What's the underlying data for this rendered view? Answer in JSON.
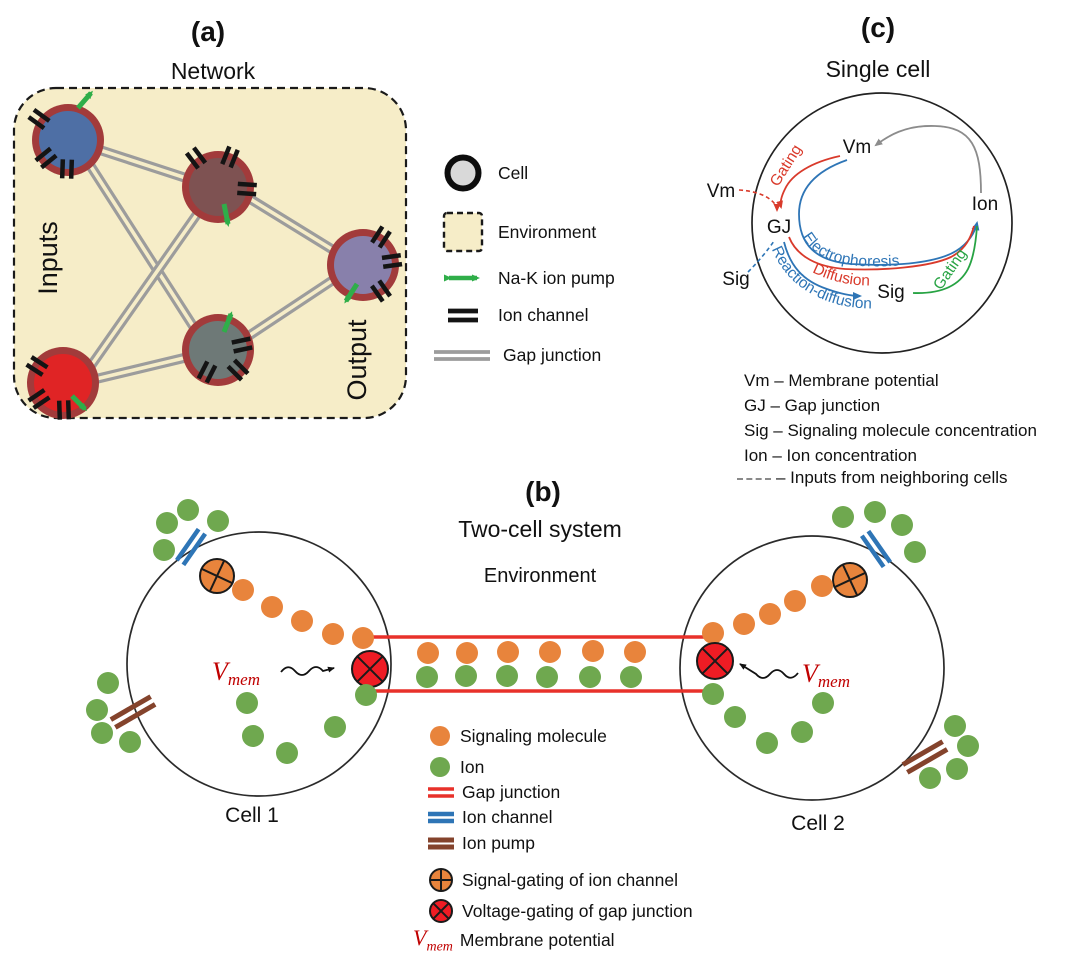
{
  "colors": {
    "env": "#F6EDC8",
    "cellRing": "#A23B3B",
    "cellBlue": "#4E6FA5",
    "cellBrown": "#7E5252",
    "cellPurple": "#8880AB",
    "cellGray": "#6E7977",
    "cellRed": "#E02425",
    "junctionGray": "#9C9C9C",
    "pumpGreen": "#2FAE49",
    "orange": "#E8843C",
    "green": "#6FA84F",
    "gapRed": "#E8312A",
    "gateRed": "#EE1C24",
    "blue": "#2E75B6",
    "brown": "#84432C",
    "vmemRed": "#C00000",
    "curveRed": "#D93A2B",
    "curveBlue": "#2E75B6",
    "curveGreen": "#27A343",
    "curveGray": "#8C8C8C",
    "legendCellFill": "#D9D9D9"
  },
  "panel_a": {
    "tag": "(a)",
    "title": "Network",
    "inputs_label": "Inputs",
    "output_label": "Output",
    "legend": {
      "cell": "Cell",
      "environment": "Environment",
      "pump": "Na-K ion pump",
      "channel": "Ion channel",
      "gap": "Gap junction"
    }
  },
  "panel_b": {
    "tag": "(b)",
    "title": "Two-cell system",
    "environment_label": "Environment",
    "cell1_label": "Cell 1",
    "cell2_label": "Cell 2",
    "vmem_main": "V",
    "vmem_sub": "mem",
    "legend": {
      "signaling": "Signaling molecule",
      "ion": "Ion",
      "gap": "Gap junction",
      "channel": "Ion channel",
      "pump": "Ion pump",
      "signal_gating": "Signal-gating of ion channel",
      "voltage_gating": "Voltage-gating of gap junction",
      "vmem": "Membrane potential"
    }
  },
  "panel_c": {
    "tag": "(c)",
    "title": "Single cell",
    "nodes": {
      "vm": "Vm",
      "gj": "GJ",
      "ion": "Ion",
      "sig": "Sig",
      "vm_ext": "Vm",
      "sig_ext": "Sig"
    },
    "edges": {
      "gating_red": "Gating",
      "electrophoresis": "Electrophoresis",
      "diffusion": "Diffusion",
      "reaction_diffusion": "Reaction-diffusion",
      "gating_green": "Gating"
    },
    "defs": [
      "Vm – Membrane potential",
      "GJ – Gap junction",
      "Sig – Signaling molecule concentration",
      "Ion – Ion concentration",
      "– Inputs from neighboring cells"
    ]
  }
}
